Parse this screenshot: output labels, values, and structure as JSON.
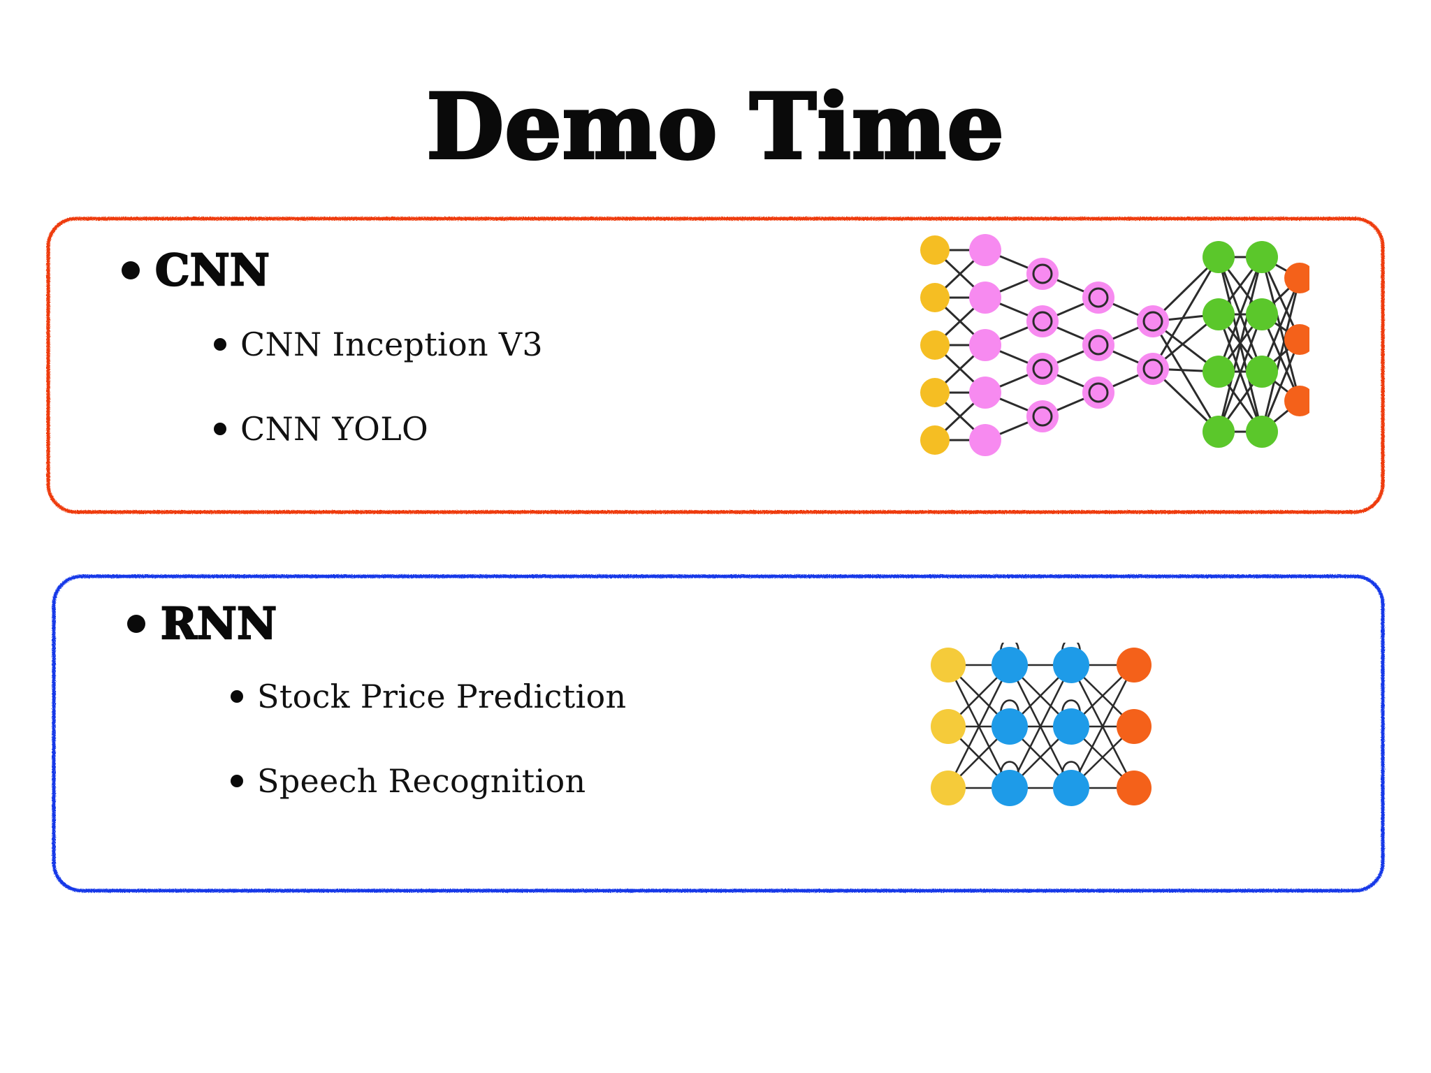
{
  "slide": {
    "title": "Demo Time",
    "background_color": "#ffffff"
  },
  "sections": [
    {
      "id": "cnn",
      "heading": "CNN",
      "border_color": "#EE3B11",
      "items": [
        "CNN Inception V3",
        "CNN YOLO"
      ],
      "diagram": {
        "name": "cnn-neural-network-diagram",
        "type": "neural-network",
        "layers": [
          {
            "name": "input",
            "count": 5,
            "color": "#F5BE23",
            "ring": false
          },
          {
            "name": "conv-1",
            "count": 5,
            "color": "#F78AF0",
            "ring": false
          },
          {
            "name": "conv-2",
            "count": 4,
            "color": "#F78AF0",
            "ring": true
          },
          {
            "name": "conv-3",
            "count": 3,
            "color": "#F78AF0",
            "ring": true
          },
          {
            "name": "conv-4",
            "count": 2,
            "color": "#F78AF0",
            "ring": true
          },
          {
            "name": "dense-1",
            "count": 4,
            "color": "#5BC72B",
            "ring": false
          },
          {
            "name": "dense-2",
            "count": 4,
            "color": "#5BC72B",
            "ring": false
          },
          {
            "name": "output",
            "count": 3,
            "color": "#F4611A",
            "ring": false
          }
        ]
      }
    },
    {
      "id": "rnn",
      "heading": "RNN",
      "border_color": "#1338E8",
      "items": [
        "Stock Price Prediction",
        "Speech Recognition"
      ],
      "diagram": {
        "name": "rnn-neural-network-diagram",
        "type": "recurrent-neural-network",
        "layers": [
          {
            "name": "input",
            "count": 3,
            "color": "#F5CB3A",
            "recurrent": false
          },
          {
            "name": "hidden-1",
            "count": 3,
            "color": "#1E9BE8",
            "recurrent": true
          },
          {
            "name": "hidden-2",
            "count": 3,
            "color": "#1E9BE8",
            "recurrent": true
          },
          {
            "name": "output",
            "count": 3,
            "color": "#F4611A",
            "recurrent": false
          }
        ]
      }
    }
  ],
  "palette": {
    "ink": "#0a0a0a",
    "input_yellow": "#F5BE23",
    "pink": "#F78AF0",
    "green": "#5BC72B",
    "orange": "#F4611A",
    "blue": "#1E9BE8",
    "cnn_border": "#EE3B11",
    "rnn_border": "#1338E8",
    "edge": "#2b2b2b"
  }
}
